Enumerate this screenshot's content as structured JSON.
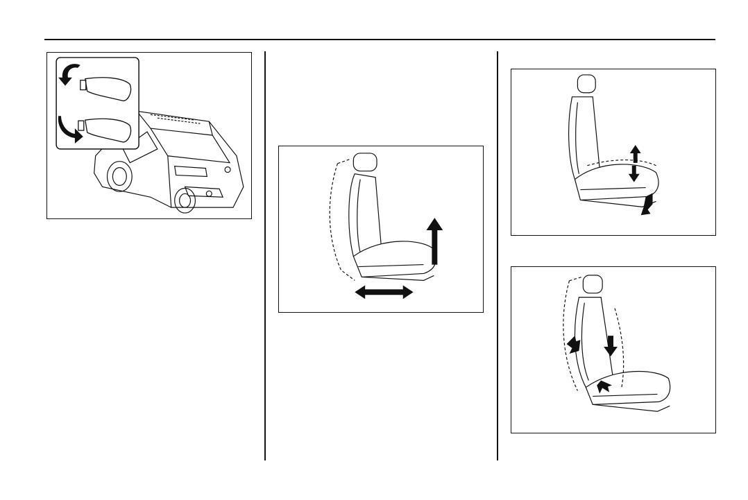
{
  "page": {
    "header_rule": true,
    "columns": 3
  },
  "figures": [
    {
      "id": "mirror-folding",
      "depicts": "car-and-mirror-fold-arrows"
    },
    {
      "id": "seat-fore-aft-adjust",
      "depicts": "seat-slide-arrows"
    },
    {
      "id": "seat-height-adjust",
      "depicts": "seat-height-arrows"
    },
    {
      "id": "seatback-recline-adjust",
      "depicts": "seatback-recline-arrows"
    }
  ],
  "colors": {
    "ink": "#111111",
    "paper": "#ffffff"
  }
}
